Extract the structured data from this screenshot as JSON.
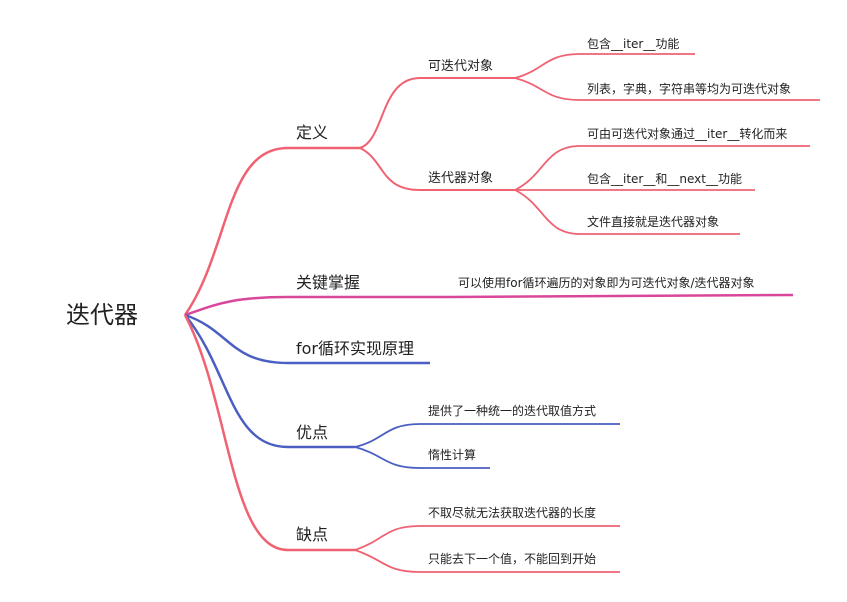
{
  "root": {
    "label": "迭代器"
  },
  "branches": {
    "definition": {
      "label": "定义",
      "color": "#f06272",
      "iterable": {
        "label": "可迭代对象",
        "items": [
          "包含__iter__功能",
          "列表，字典，字符串等均为可迭代对象"
        ]
      },
      "iterator": {
        "label": "迭代器对象",
        "items": [
          "可由可迭代对象通过__iter__转化而来",
          "包含__iter__和__next__功能",
          "文件直接就是迭代器对象"
        ]
      }
    },
    "key": {
      "label": "关键掌握",
      "color": "#d9479a",
      "items": [
        "可以使用for循环遍历的对象即为可迭代对象/迭代器对象"
      ]
    },
    "for_loop": {
      "label": "for循环实现原理",
      "color": "#4a5fc1"
    },
    "advantages": {
      "label": "优点",
      "color": "#4a5fc1",
      "items": [
        "提供了一种统一的迭代取值方式",
        "惰性计算"
      ]
    },
    "disadvantages": {
      "label": "缺点",
      "color": "#f06272",
      "items": [
        "不取尽就无法获取迭代器的长度",
        "只能去下一个值，不能回到开始"
      ]
    }
  }
}
